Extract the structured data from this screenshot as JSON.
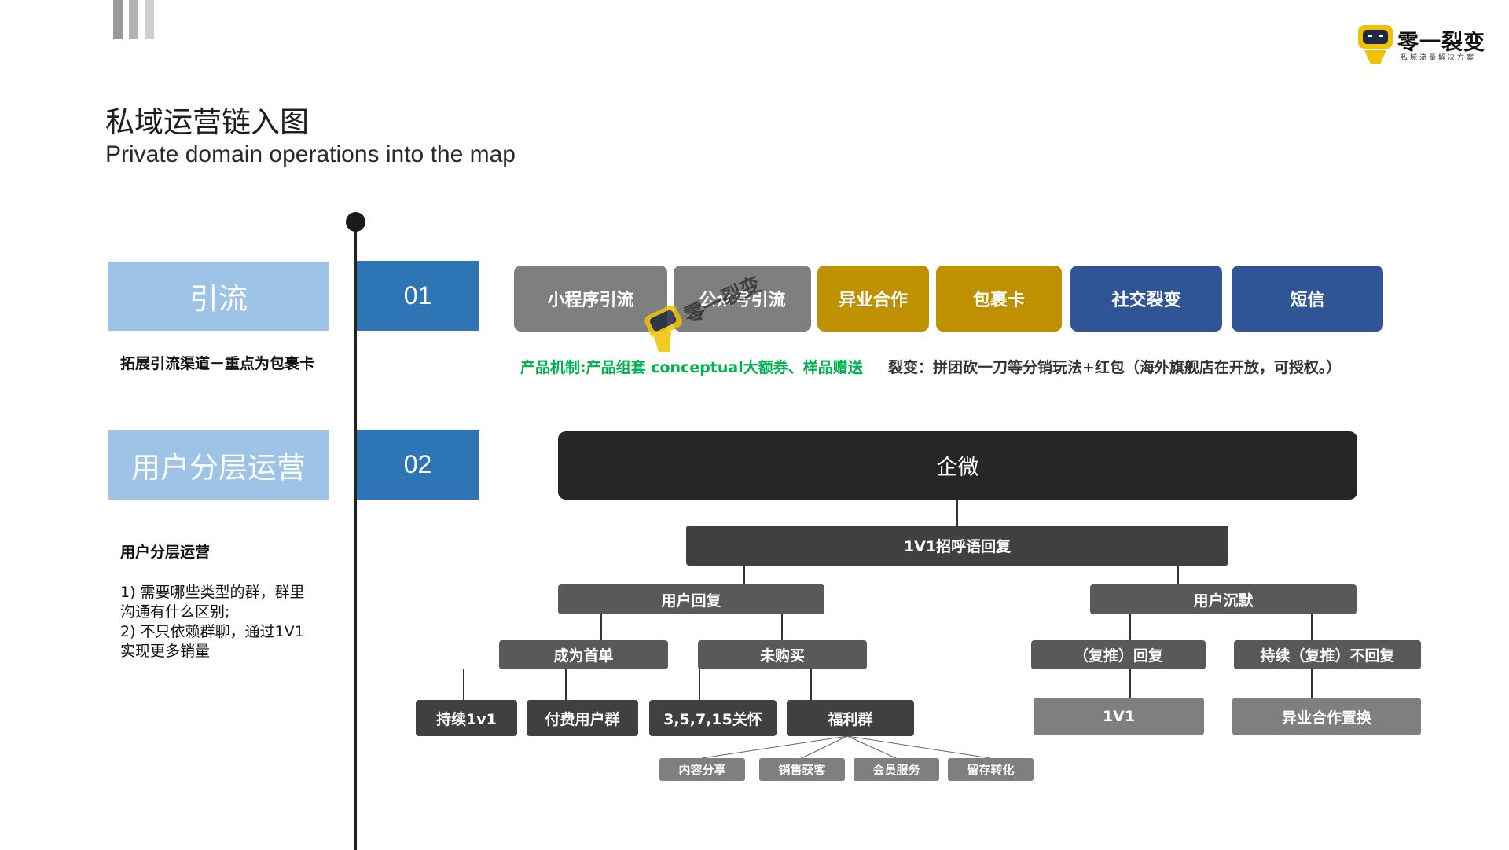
{
  "header": {
    "title": "私域运营链入图",
    "subtitle": "Private domain operations into the map"
  },
  "logo": {
    "name": "零一裂变",
    "tagline": "私域流量解决方案"
  },
  "sections": [
    {
      "label": "引流",
      "number": "01",
      "description_title": "拓展引流渠道－重点为包裹卡",
      "description_lines": []
    },
    {
      "label": "用户分层运营",
      "number": "02",
      "description_title": "用户分层运营",
      "description_lines": [
        "1) 需要哪些类型的群，群里沟通有什么区别;",
        "2) 不只依赖群聊，通过1V1实现更多销量"
      ]
    }
  ],
  "channels": [
    {
      "label": "小程序引流",
      "color": "#7f7f7f"
    },
    {
      "label": "公众号引流",
      "color": "#7f7f7f"
    },
    {
      "label": "异业合作",
      "color": "#bf9000"
    },
    {
      "label": "包裹卡",
      "color": "#bf9000"
    },
    {
      "label": "社交裂变",
      "color": "#2f5597"
    },
    {
      "label": "短信",
      "color": "#2f5597"
    }
  ],
  "notes": {
    "product": "产品机制:产品组套 conceptual大额券、样品赠送",
    "product_color": "#00b050",
    "fission": "裂变：拼团砍一刀等分销玩法+红包（海外旗舰店在开放，可授权。）"
  },
  "tree": {
    "root": "企微",
    "greeting": "1V1招呼语回复",
    "reply": "用户回复",
    "silent": "用户沉默",
    "first_order": "成为首单",
    "not_bought": "未购买",
    "re_push_reply": "（复推）回复",
    "no_reply": "持续（复推）不回复",
    "continuous_1v1": "持续1v1",
    "paid_group": "付费用户群",
    "care": "3,5,7,15关怀",
    "welfare": "福利群",
    "v1": "1V1",
    "cross_swap": "异业合作置换",
    "welfare_children": [
      "内容分享",
      "销售获客",
      "会员服务",
      "留存转化"
    ]
  }
}
